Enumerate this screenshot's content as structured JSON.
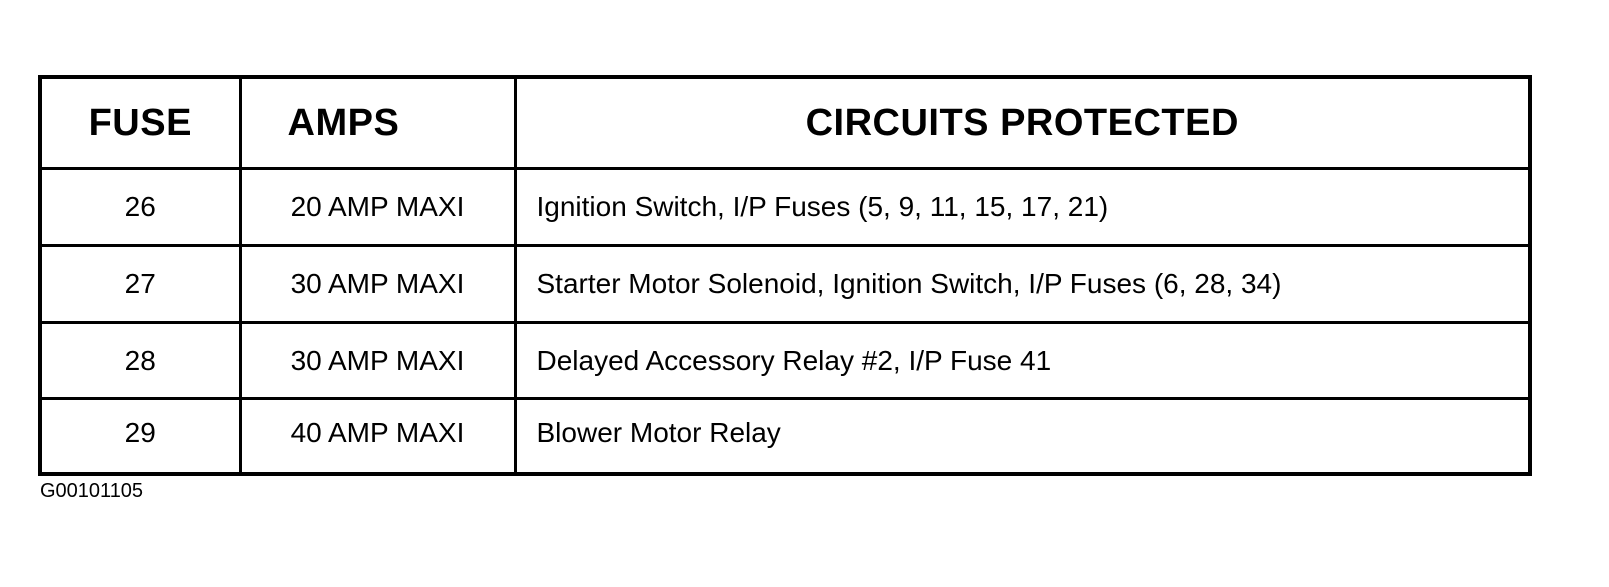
{
  "table": {
    "headers": {
      "fuse": "FUSE",
      "amps": "AMPS",
      "circuits": "CIRCUITS PROTECTED"
    },
    "rows": [
      {
        "fuse": "26",
        "amps": "20 AMP MAXI",
        "circuits": "Ignition Switch, I/P Fuses (5, 9, 11, 15, 17, 21)"
      },
      {
        "fuse": "27",
        "amps": "30 AMP MAXI",
        "circuits": "Starter Motor Solenoid, Ignition Switch, I/P Fuses (6, 28, 34)"
      },
      {
        "fuse": "28",
        "amps": "30 AMP MAXI",
        "circuits": "Delayed Accessory Relay #2, I/P Fuse 41"
      },
      {
        "fuse": "29",
        "amps": "40 AMP MAXI",
        "circuits": "Blower Motor Relay"
      }
    ]
  },
  "figure_id": "G00101105"
}
